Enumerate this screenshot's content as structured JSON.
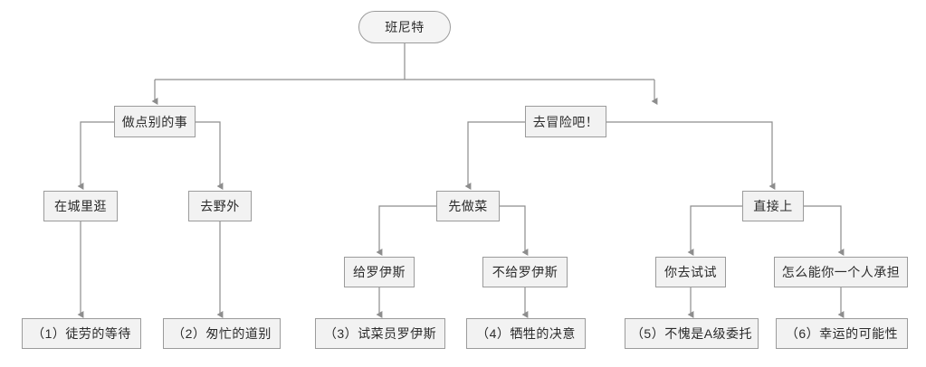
{
  "diagram": {
    "title": "班尼特",
    "type": "decision-tree-flowchart",
    "colors": {
      "node_fill": "#f2f2f2",
      "node_border": "#9b9b9b",
      "edge": "#8d8d8d",
      "text": "#2b2b2b",
      "background": "#ffffff"
    },
    "nodes": {
      "root": {
        "label": "班尼特",
        "shape": "rounded-rectangle"
      },
      "n_other": {
        "label": "做点别的事",
        "shape": "rectangle"
      },
      "n_adventure": {
        "label": "去冒险吧！",
        "shape": "rectangle"
      },
      "n_city": {
        "label": "在城里逛",
        "shape": "rectangle"
      },
      "n_wild": {
        "label": "去野外",
        "shape": "rectangle"
      },
      "n_cook": {
        "label": "先做菜",
        "shape": "rectangle"
      },
      "n_direct": {
        "label": "直接上",
        "shape": "rectangle"
      },
      "n_give_royce": {
        "label": "给罗伊斯",
        "shape": "rectangle"
      },
      "n_nogive_royce": {
        "label": "不给罗伊斯",
        "shape": "rectangle"
      },
      "n_you_try": {
        "label": "你去试试",
        "shape": "rectangle"
      },
      "n_alone": {
        "label": "怎么能你一个人承担",
        "shape": "rectangle"
      },
      "end1": {
        "label": "（1）徒劳的等待",
        "shape": "rectangle"
      },
      "end2": {
        "label": "（2）匆忙的道别",
        "shape": "rectangle"
      },
      "end3": {
        "label": "（3）试菜员罗伊斯",
        "shape": "rectangle"
      },
      "end4": {
        "label": "（4）牺牲的决意",
        "shape": "rectangle"
      },
      "end5": {
        "label": "（5）不愧是A级委托",
        "shape": "rectangle"
      },
      "end6": {
        "label": "（6）幸运的可能性",
        "shape": "rectangle"
      }
    },
    "edges": [
      {
        "from": "root",
        "to": "n_other",
        "style": "orthogonal",
        "arrow": "down"
      },
      {
        "from": "root",
        "to": "n_adventure",
        "style": "orthogonal",
        "arrow": "down"
      },
      {
        "from": "n_other",
        "to": "n_city",
        "style": "orthogonal",
        "arrow": "down"
      },
      {
        "from": "n_other",
        "to": "n_wild",
        "style": "orthogonal",
        "arrow": "down"
      },
      {
        "from": "n_adventure",
        "to": "n_cook",
        "style": "orthogonal",
        "arrow": "down"
      },
      {
        "from": "n_adventure",
        "to": "n_direct",
        "style": "orthogonal",
        "arrow": "down"
      },
      {
        "from": "n_cook",
        "to": "n_give_royce",
        "style": "orthogonal",
        "arrow": "down"
      },
      {
        "from": "n_cook",
        "to": "n_nogive_royce",
        "style": "orthogonal",
        "arrow": "down"
      },
      {
        "from": "n_direct",
        "to": "n_you_try",
        "style": "orthogonal",
        "arrow": "down"
      },
      {
        "from": "n_direct",
        "to": "n_alone",
        "style": "orthogonal",
        "arrow": "down"
      },
      {
        "from": "n_city",
        "to": "end1",
        "style": "straight",
        "arrow": "down"
      },
      {
        "from": "n_wild",
        "to": "end2",
        "style": "straight",
        "arrow": "down"
      },
      {
        "from": "n_give_royce",
        "to": "end3",
        "style": "straight",
        "arrow": "down"
      },
      {
        "from": "n_nogive_royce",
        "to": "end4",
        "style": "straight",
        "arrow": "down"
      },
      {
        "from": "n_you_try",
        "to": "end5",
        "style": "straight",
        "arrow": "down"
      },
      {
        "from": "n_alone",
        "to": "end6",
        "style": "straight",
        "arrow": "down"
      }
    ]
  }
}
